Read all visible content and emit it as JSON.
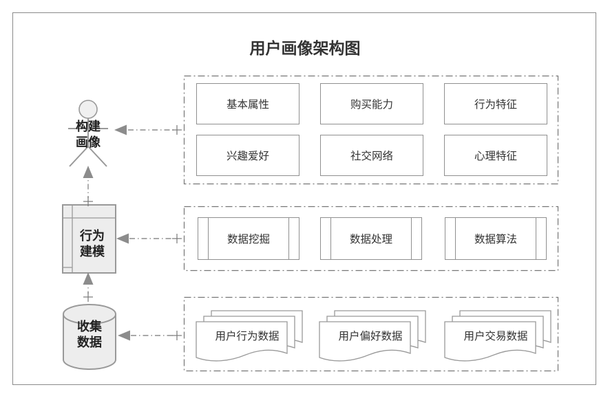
{
  "title": "用户画像架构图",
  "left_nodes": {
    "actor": {
      "shape": "stick-figure",
      "lines": [
        "构建",
        "画像"
      ]
    },
    "modeling": {
      "shape": "component",
      "lines": [
        "行为",
        "建模"
      ]
    },
    "collect": {
      "shape": "database-cylinder",
      "lines": [
        "收集",
        "数据"
      ]
    }
  },
  "top_group": {
    "boxes": [
      "基本属性",
      "购买能力",
      "行为特征",
      "兴趣爱好",
      "社交网络",
      "心理特征"
    ]
  },
  "middle_group": {
    "boxes": [
      "数据挖掘",
      "数据处理",
      "数据算法"
    ]
  },
  "bottom_group": {
    "docs": [
      "用户行为数据",
      "用户偏好数据",
      "用户交易数据"
    ]
  },
  "colors": {
    "container_dash": "#757575",
    "box_border": "#8f8f8f",
    "shape_fill": "#ededed",
    "shape_stroke": "#999999",
    "arrow": "#8c8c8c",
    "text": "#333333"
  }
}
